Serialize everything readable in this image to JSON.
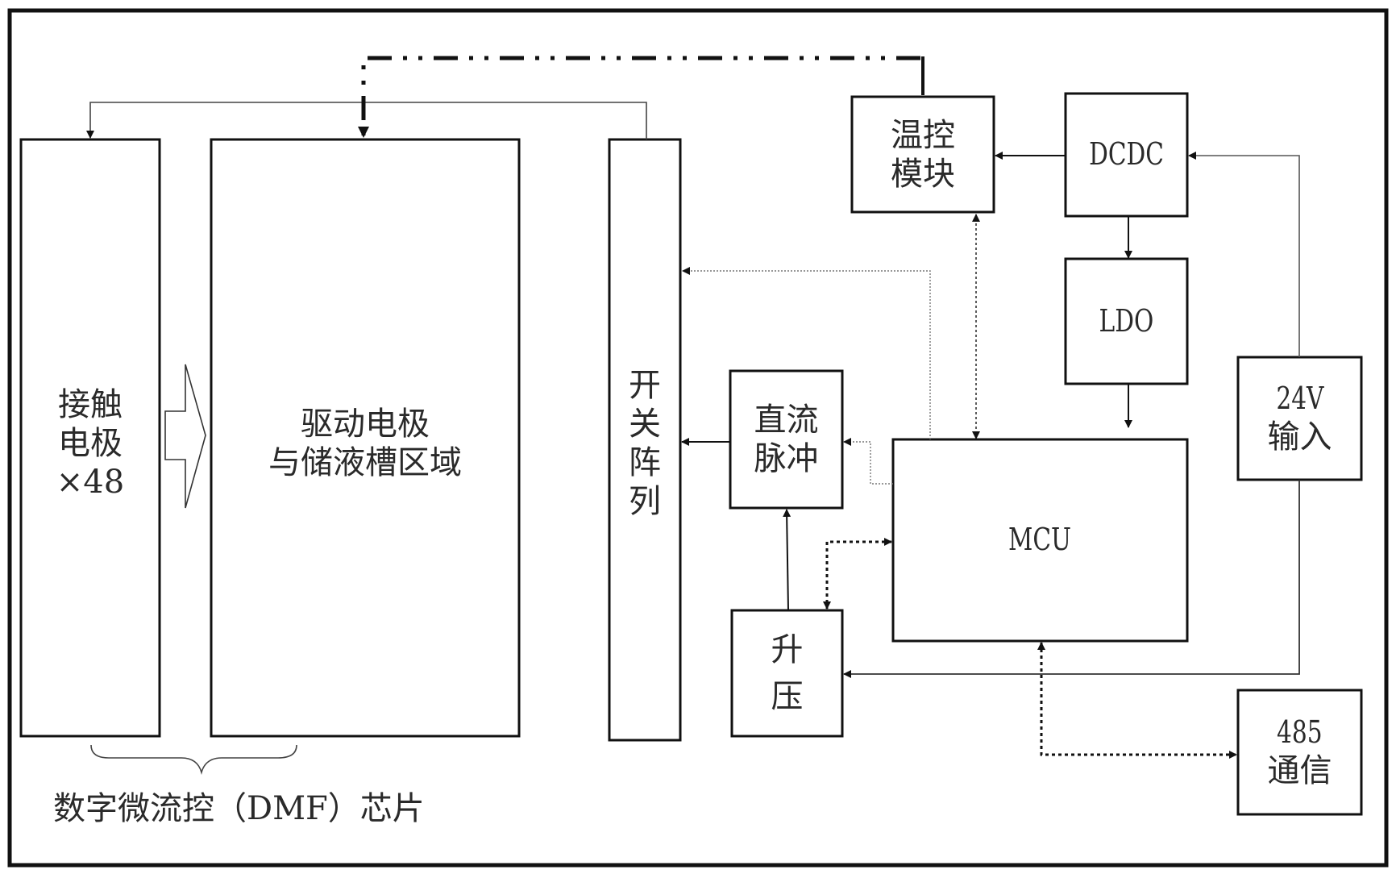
{
  "diagram": {
    "caption": "数字微流控（DMF）芯片",
    "blocks": {
      "contact_electrode": [
        "接触",
        "电极",
        "×48"
      ],
      "drive_region": [
        "驱动电极",
        "与储液槽区域"
      ],
      "switch_array": [
        "开",
        "关",
        "阵",
        "列"
      ],
      "temp_control": [
        "温控",
        "模块"
      ],
      "dcdc": [
        "DCDC"
      ],
      "ldo": [
        "LDO"
      ],
      "dc_pulse": [
        "直流",
        "脉冲"
      ],
      "boost": [
        "升",
        "压"
      ],
      "mcu": [
        "MCU"
      ],
      "input_24v": [
        "24V",
        "输入"
      ],
      "comm_485": [
        "485",
        "通信"
      ]
    },
    "connections": [
      {
        "from": "switch_array",
        "to": "contact_electrode",
        "style": "solid-thin"
      },
      {
        "from": "temp_control",
        "to": "drive_region",
        "style": "dash-dot-bold"
      },
      {
        "from": "dcdc",
        "to": "temp_control",
        "style": "solid"
      },
      {
        "from": "dcdc",
        "to": "ldo",
        "style": "solid"
      },
      {
        "from": "ldo",
        "to": "mcu",
        "style": "solid"
      },
      {
        "from": "input_24v",
        "to": "dcdc",
        "style": "solid-thin"
      },
      {
        "from": "input_24v",
        "to": "boost",
        "style": "solid"
      },
      {
        "from": "mcu",
        "to": "temp_control",
        "style": "dotted-bidirectional"
      },
      {
        "from": "mcu",
        "to": "switch_array",
        "style": "dotted-thin"
      },
      {
        "from": "mcu",
        "to": "dc_pulse",
        "style": "dotted-thin"
      },
      {
        "from": "dc_pulse",
        "to": "switch_array",
        "style": "solid"
      },
      {
        "from": "boost",
        "to": "dc_pulse",
        "style": "solid"
      },
      {
        "from": "mcu",
        "to": "boost",
        "style": "dotted-bold-bidirectional"
      },
      {
        "from": "mcu",
        "to": "comm_485",
        "style": "dotted-bold-bidirectional"
      },
      {
        "from": "contact_electrode",
        "to": "drive_region",
        "style": "hollow-block-arrow"
      }
    ]
  }
}
